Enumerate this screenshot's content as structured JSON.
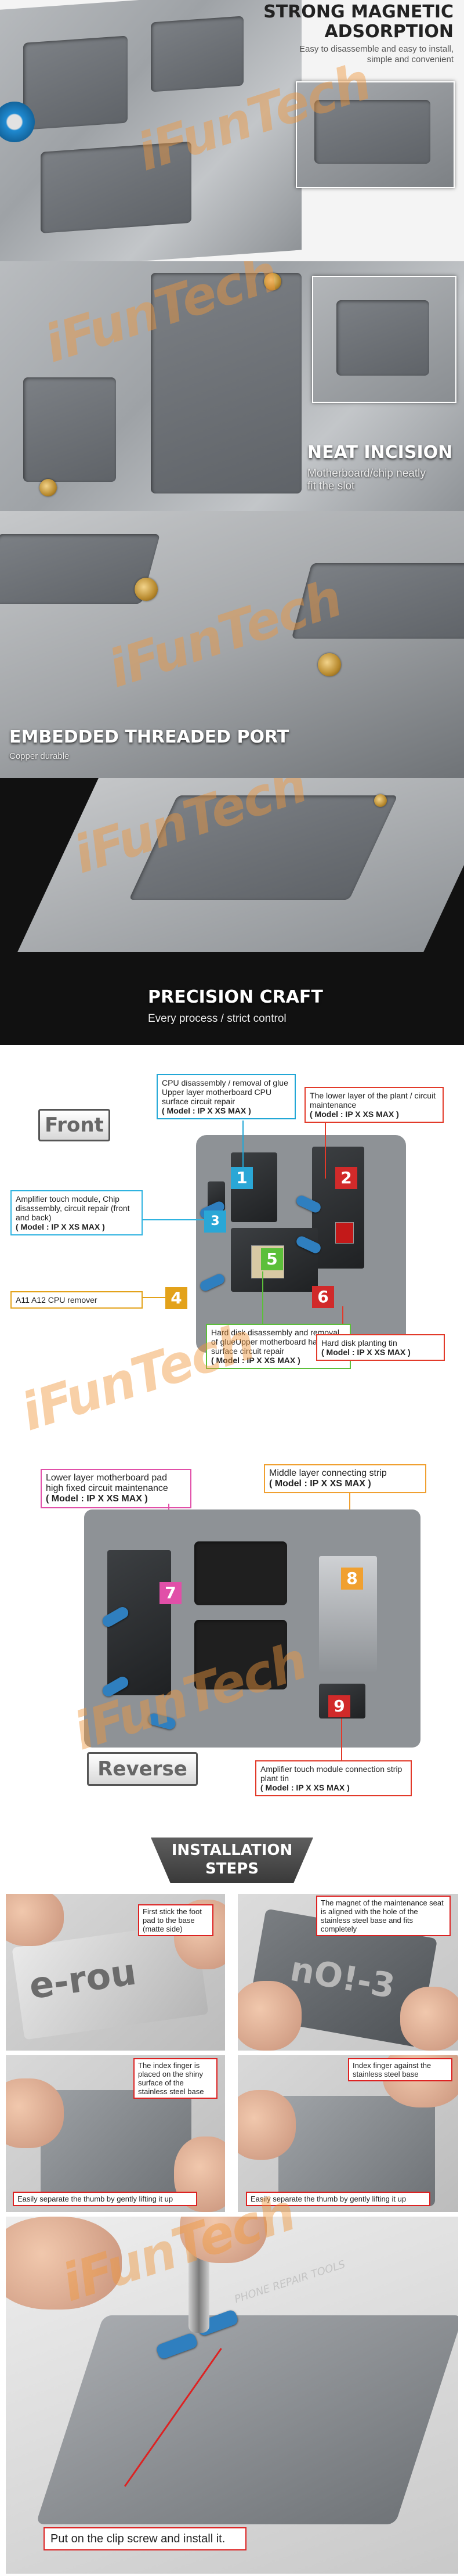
{
  "watermark": {
    "brand": "iFunTech",
    "tagline": "PHONE REPAIR TOOLS"
  },
  "sections": {
    "magnetic": {
      "title_line1": "STRONG MAGNETIC",
      "title_line2": "ADSORPTION",
      "subtitle_line1": "Easy to disassemble and easy to install,",
      "subtitle_line2": "simple and convenient"
    },
    "incision": {
      "title": "NEAT INCISION",
      "subtitle_line1": "Motherboard/chip neatly",
      "subtitle_line2": "fit the slot"
    },
    "threaded": {
      "title": "EMBEDDED THREADED PORT",
      "subtitle": "Copper durable"
    },
    "precision": {
      "title": "PRECISION CRAFT",
      "subtitle": "Every process / strict control"
    }
  },
  "front": {
    "label": "Front",
    "callouts": [
      {
        "num": "1",
        "text": "CPU disassembly / removal of glue Upper layer motherboard CPU surface circuit repair",
        "model": "( Model : IP X XS MAX )",
        "color": "#22a7d6"
      },
      {
        "num": "2",
        "text": "The lower layer of the plant / circuit maintenance",
        "model": "( Model : IP X XS MAX )",
        "color": "#e23a2a"
      },
      {
        "num": "3",
        "text": "Amplifier touch module, Chip disassembly, circuit repair (front and back)",
        "model": "( Model : IP X XS MAX )",
        "color": "#2fb3e0"
      },
      {
        "num": "4",
        "text": "A11 A12 CPU remover",
        "model": "",
        "color": "#e3a21a"
      },
      {
        "num": "5",
        "text": "Hard disk disassembly and removal of glueUpper motherboard hard disk surface circuit repair",
        "model": "( Model : IP X XS MAX )",
        "color": "#5cbf3a"
      },
      {
        "num": "6",
        "text": "Hard disk planting tin",
        "model": "( Model : IP X XS MAX )",
        "color": "#e23a2a"
      }
    ]
  },
  "reverse": {
    "label": "Reverse",
    "callouts": [
      {
        "num": "7",
        "text": "Lower layer motherboard pad high fixed circuit maintenance",
        "model": "( Model : IP X XS MAX )",
        "color": "#e14fa8"
      },
      {
        "num": "8",
        "text": "Middle layer connecting strip",
        "model": "( Model : IP X XS MAX )",
        "color": "#f0a030"
      },
      {
        "num": "9",
        "text": "Amplifier touch module connection strip plant tin",
        "model": "( Model : IP X XS MAX )",
        "color": "#e23a2a"
      }
    ]
  },
  "installation": {
    "title_line1": "INSTALLATION",
    "title_line2": "STEPS",
    "steps": [
      "First stick the foot pad to the base (matte side)",
      "The magnet of the maintenance seat is aligned with the hole of the stainless steel base and fits completely",
      "The index finger is placed on the shiny surface of the stainless steel base",
      "Index finger against the stainless steel base",
      "Easily separate the thumb by gently lifting it up",
      "Easily separate the thumb by gently lifting it up",
      "Put on the clip screw and install it."
    ],
    "plate_text_1": "e-rou",
    "plate_text_2": "nO!-3"
  }
}
